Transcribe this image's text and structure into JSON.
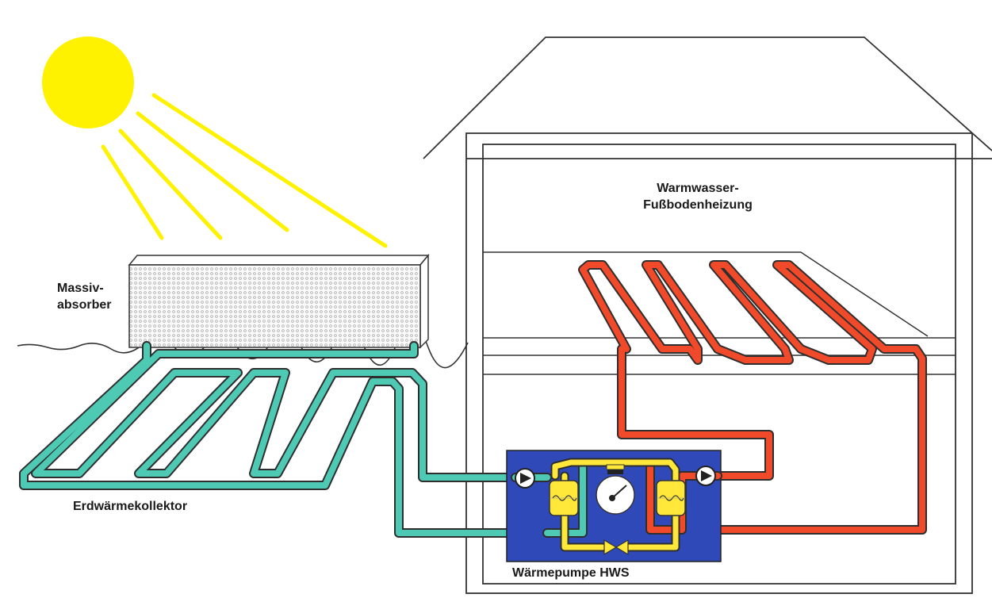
{
  "labels": {
    "absorber_line1": "Massiv-",
    "absorber_line2": "absorber",
    "floor_heating_line1": "Warmwasser-",
    "floor_heating_line2": "Fußbodenheizung",
    "ground_collector": "Erdwärmekollektor",
    "heat_pump": "Wärmepumpe HWS"
  },
  "colors": {
    "sun": "#fff200",
    "brine_pipe": "#4ec9b4",
    "heating_pipe": "#f04a2a",
    "refrigerant_pipe": "#ffe83a",
    "heat_pump_box": "#2f49b8",
    "outline": "#333333"
  },
  "icons": [
    "sun-icon",
    "pump-icon",
    "compressor-icon",
    "expansion-valve-icon",
    "heat-exchanger-icon"
  ]
}
